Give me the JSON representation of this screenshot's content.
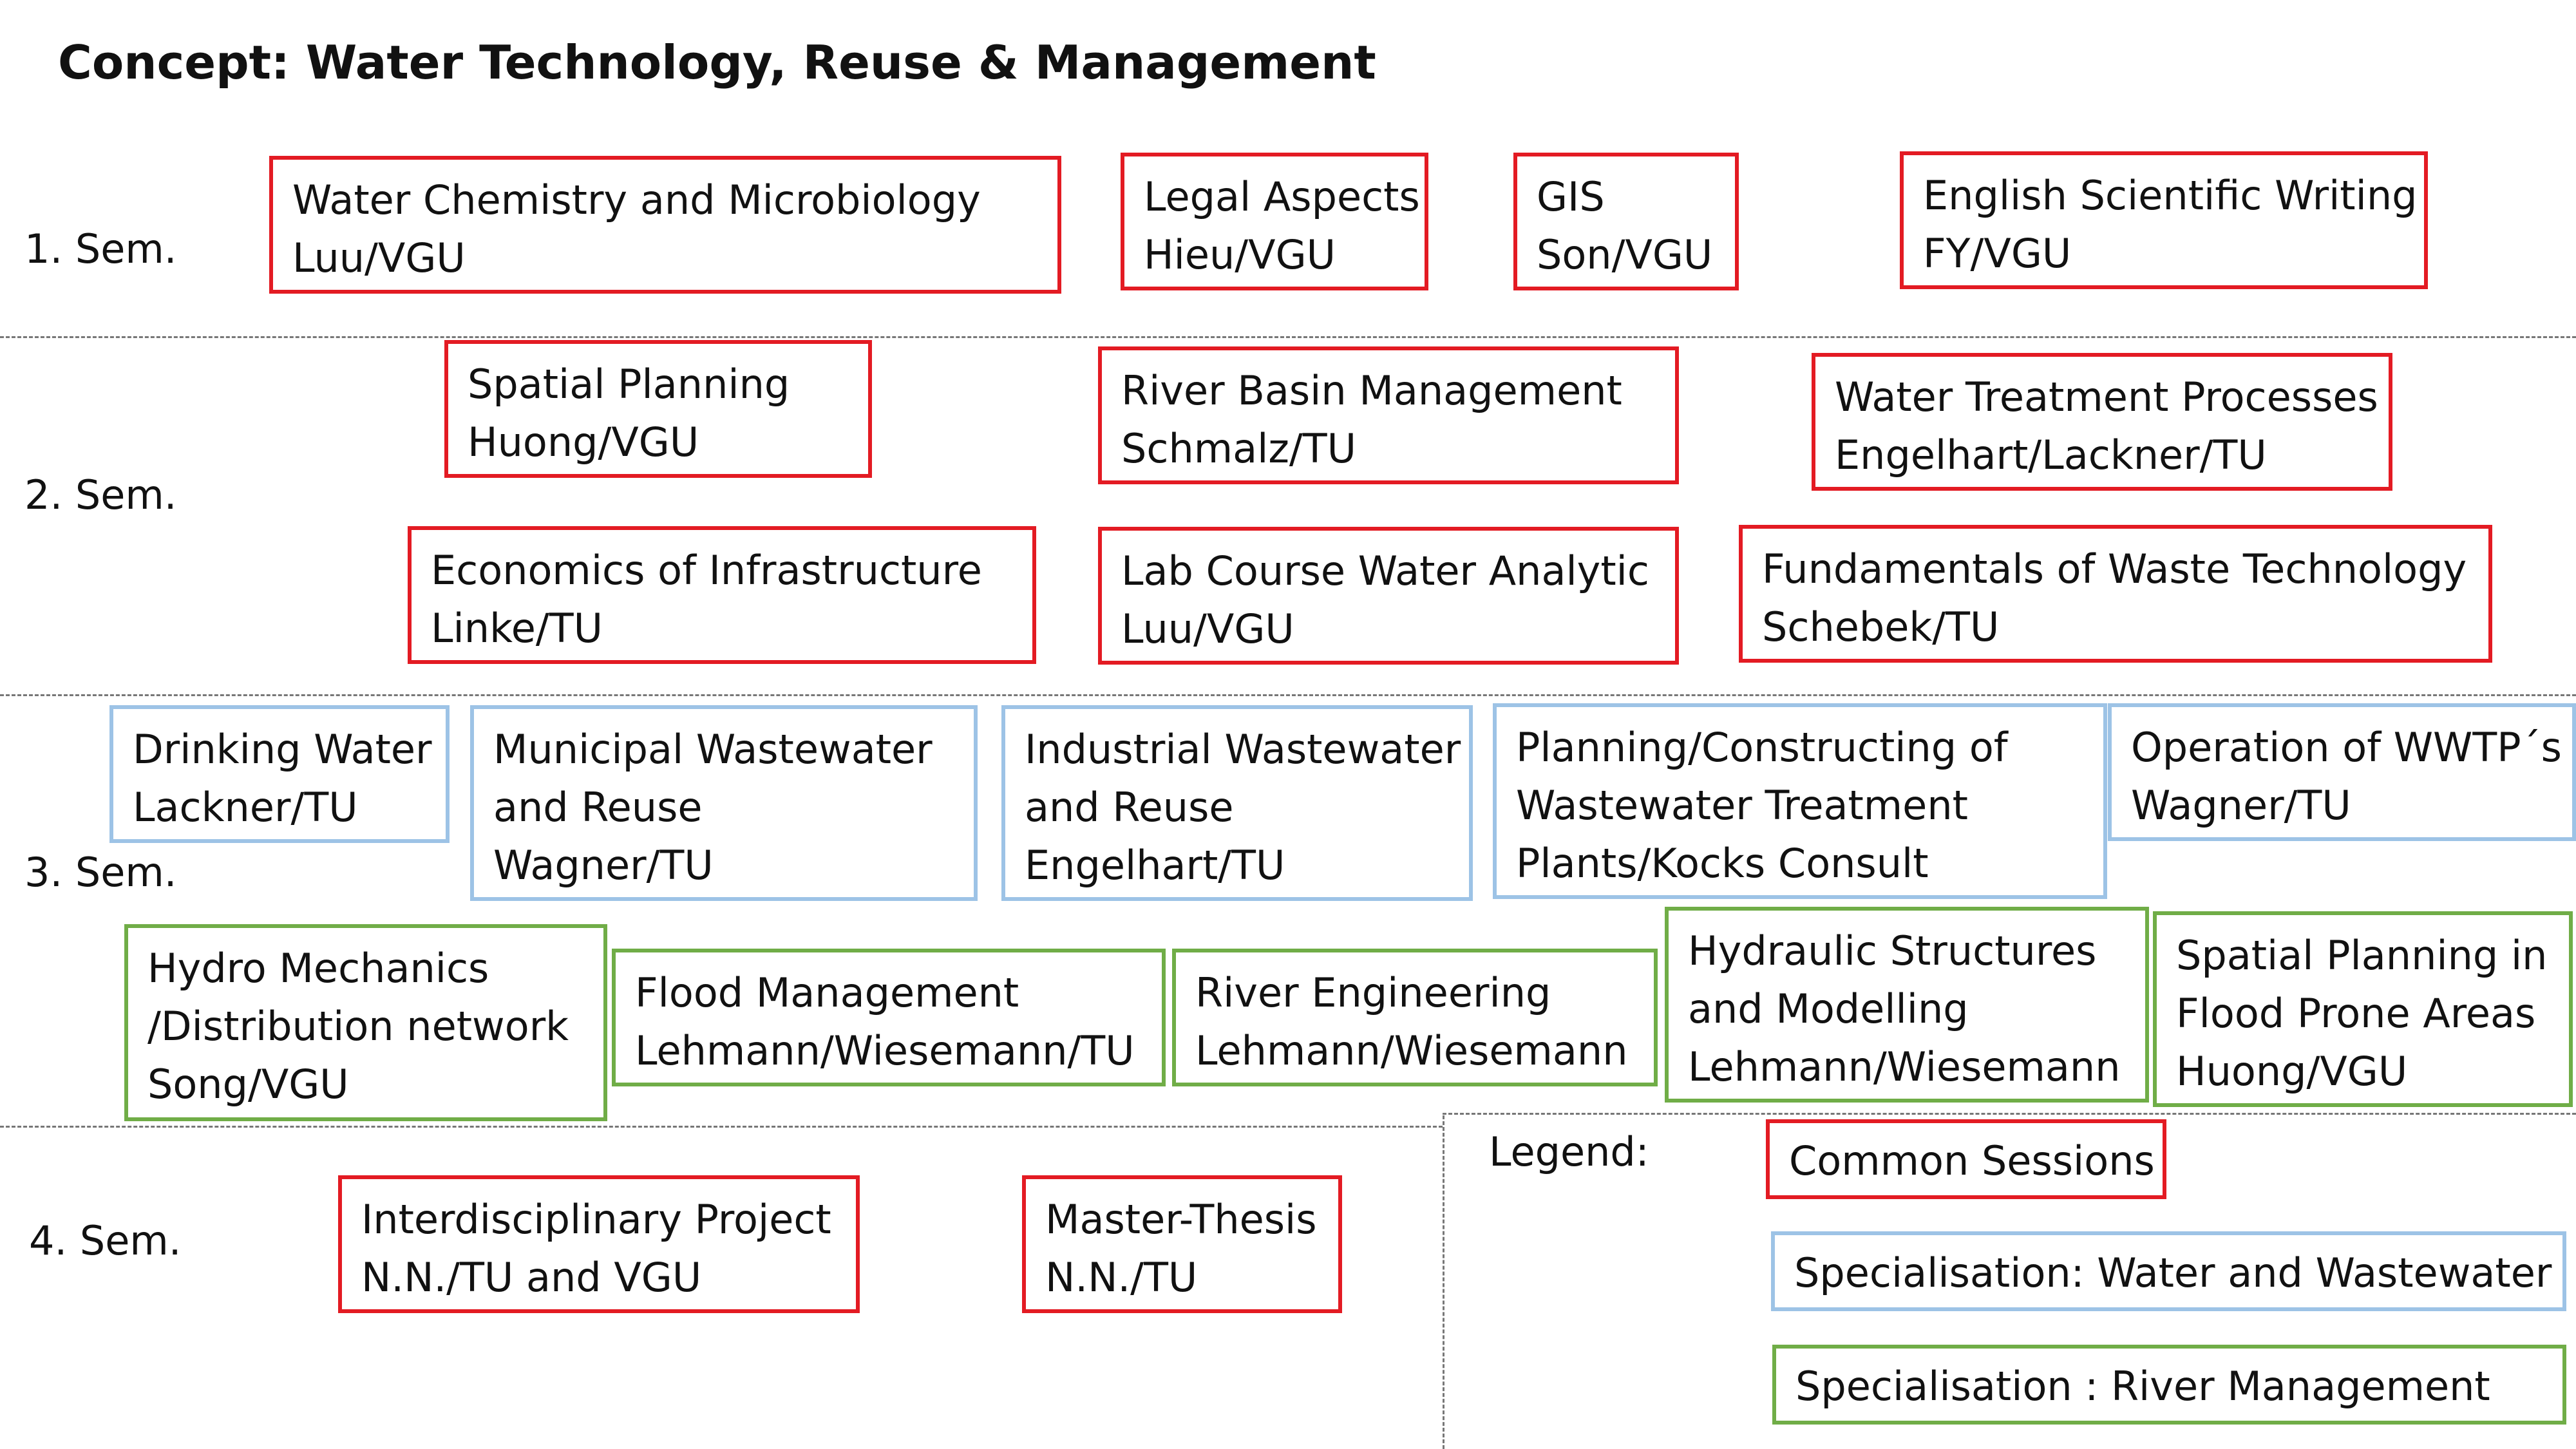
{
  "title": "Concept: Water Technology, Reuse & Management",
  "semesters": [
    "1. Sem.",
    "2. Sem.",
    "3. Sem.",
    "4. Sem."
  ],
  "colors": {
    "common": "#e31b23",
    "water": "#9dc3e6",
    "river": "#70ad47"
  },
  "modules": [
    {
      "name": "Water Chemistry and Microbiology",
      "lecturer": "Luu/VGU"
    },
    {
      "name": "Legal Aspects",
      "lecturer": "Hieu/VGU"
    },
    {
      "name": "GIS",
      "lecturer": "Son/VGU"
    },
    {
      "name": "English Scientific Writing",
      "lecturer": "FY/VGU"
    },
    {
      "name": "Spatial Planning",
      "lecturer": "Huong/VGU"
    },
    {
      "name": "River Basin Management",
      "lecturer": "Schmalz/TU"
    },
    {
      "name": "Water Treatment Processes",
      "lecturer": "Engelhart/Lackner/TU"
    },
    {
      "name": "Economics of Infrastructure",
      "lecturer": "Linke/TU"
    },
    {
      "name": "Lab Course Water Analytic",
      "lecturer": "Luu/VGU"
    },
    {
      "name": "Fundamentals of Waste Technology",
      "lecturer": "Schebek/TU"
    },
    {
      "name": "Drinking Water",
      "lecturer": "Lackner/TU"
    },
    {
      "line1": "Municipal Wastewater",
      "line2": "and Reuse",
      "lecturer": "Wagner/TU"
    },
    {
      "line1": "Industrial Wastewater",
      "line2": "and Reuse",
      "lecturer": "Engelhart/TU"
    },
    {
      "line1": "Planning/Constructing of",
      "line2": "Wastewater Treatment",
      "line3": "Plants/Kocks Consult"
    },
    {
      "name": "Operation of WWTP´s",
      "lecturer": "Wagner/TU"
    },
    {
      "line1": "Hydro Mechanics",
      "line2": "/Distribution network",
      "lecturer": "Song/VGU"
    },
    {
      "name": "Flood Management",
      "lecturer": "Lehmann/Wiesemann/TU"
    },
    {
      "name": "River Engineering",
      "lecturer": "Lehmann/Wiesemann"
    },
    {
      "line1": "Hydraulic Structures",
      "line2": "and Modelling",
      "lecturer": "Lehmann/Wiesemann"
    },
    {
      "line1": "Spatial Planning in",
      "line2": "Flood Prone Areas",
      "lecturer": "Huong/VGU"
    },
    {
      "name": "Interdisciplinary Project",
      "lecturer": "N.N./TU and VGU"
    },
    {
      "name": "Master-Thesis",
      "lecturer": "N.N./TU"
    }
  ],
  "legend": {
    "label": "Legend:",
    "common": "Common Sessions",
    "water": "Specialisation: Water and Wastewater",
    "river": "Specialisation : River Management"
  }
}
